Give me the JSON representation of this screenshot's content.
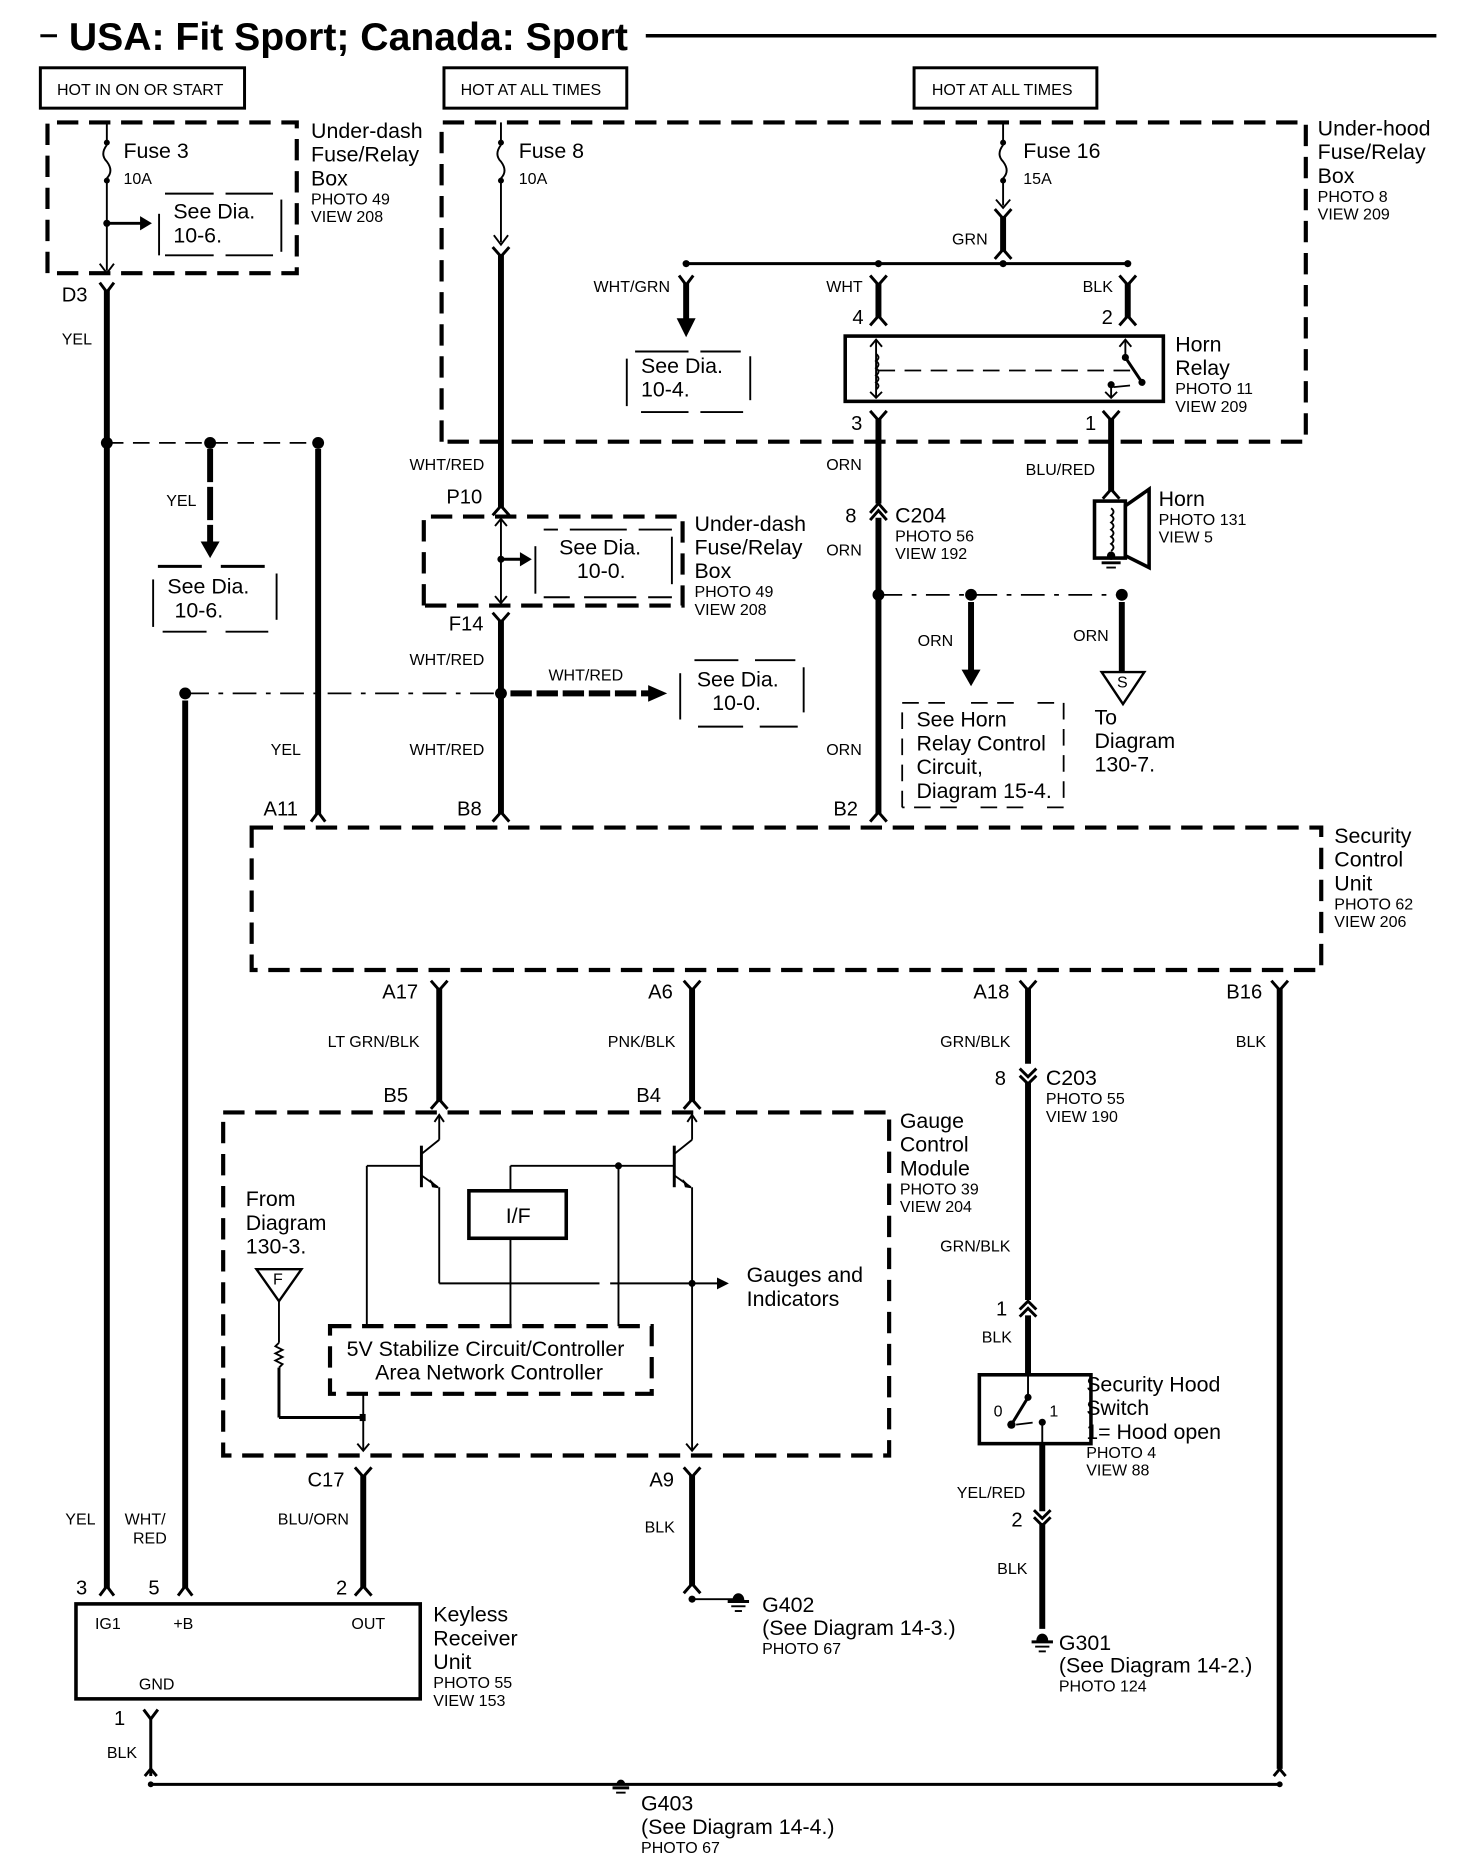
{
  "title": "USA: Fit Sport; Canada: Sport",
  "power_labels": [
    "HOT IN ON OR START",
    "HOT AT ALL TIMES",
    "HOT AT ALL TIMES"
  ],
  "fuses": [
    {
      "name": "Fuse 3",
      "rating": "10A"
    },
    {
      "name": "Fuse 8",
      "rating": "10A"
    },
    {
      "name": "Fuse 16",
      "rating": "15A"
    }
  ],
  "components": {
    "underdash_box_1": {
      "lines": [
        "Under-dash",
        "Fuse/Relay",
        "Box"
      ],
      "photo": "PHOTO 49",
      "view": "VIEW 208"
    },
    "underhood_box": {
      "lines": [
        "Under-hood",
        "Fuse/Relay",
        "Box"
      ],
      "photo": "PHOTO 8",
      "view": "VIEW 209"
    },
    "horn_relay": {
      "lines": [
        "Horn",
        "Relay"
      ],
      "photo": "PHOTO 11",
      "view": "VIEW 209"
    },
    "horn": {
      "lines": [
        "Horn"
      ],
      "photo": "PHOTO 131",
      "view": "VIEW 5"
    },
    "underdash_box_2": {
      "lines": [
        "Under-dash",
        "Fuse/Relay",
        "Box"
      ],
      "photo": "PHOTO 49",
      "view": "VIEW 208"
    },
    "c204": {
      "name": "C204",
      "photo": "PHOTO 56",
      "view": "VIEW 192"
    },
    "security_control_unit": {
      "lines": [
        "Security",
        "Control",
        "Unit"
      ],
      "photo": "PHOTO 62",
      "view": "VIEW 206"
    },
    "gauge_control_module": {
      "lines": [
        "Gauge",
        "Control",
        "Module"
      ],
      "photo": "PHOTO 39",
      "view": "VIEW 204"
    },
    "c203": {
      "name": "C203",
      "photo": "PHOTO 55",
      "view": "VIEW 190"
    },
    "hood_switch": {
      "lines": [
        "Security Hood",
        "Switch",
        "1= Hood open"
      ],
      "photo": "PHOTO 4",
      "view": "VIEW 88",
      "pos0": "0",
      "pos1": "1"
    },
    "keyless_receiver": {
      "lines": [
        "Keyless",
        "Receiver",
        "Unit"
      ],
      "photo": "PHOTO 55",
      "view": "VIEW 153",
      "pins": [
        "IG1",
        "+B",
        "OUT",
        "GND"
      ]
    },
    "if_block": "I/F",
    "stabilizer": [
      "5V Stabilize Circuit/Controller",
      "Area Network Controller"
    ],
    "gauges": [
      "Gauges and",
      "Indicators"
    ]
  },
  "references": {
    "see_10_6_a": [
      "See Dia.",
      "10-6."
    ],
    "see_10_6_b": [
      "See Dia.",
      "10-6."
    ],
    "see_10_4": [
      "See Dia.",
      "10-4."
    ],
    "see_10_0_a": [
      "See Dia.",
      "10-0."
    ],
    "see_10_0_b": [
      "See Dia.",
      "10-0."
    ],
    "horn_relay_ctrl": [
      "See Horn",
      "Relay Control",
      "Circuit,",
      "Diagram 15-4."
    ],
    "to_diagram": [
      "To",
      "Diagram",
      "130-7."
    ],
    "to_diagram_symbol": "S",
    "from_diagram": [
      "From",
      "Diagram",
      "130-3."
    ],
    "from_diagram_symbol": "F"
  },
  "grounds": {
    "g402": {
      "name": "G402",
      "ref": "(See Diagram 14-3.)",
      "photo": "PHOTO 67"
    },
    "g301": {
      "name": "G301",
      "ref": "(See Diagram 14-2.)",
      "photo": "PHOTO 124"
    },
    "g403": {
      "name": "G403",
      "ref": "(See Diagram 14-4.)",
      "photo": "PHOTO 67"
    }
  },
  "wires": {
    "yel": "YEL",
    "wht_red": "WHT/RED",
    "wht_grn": "WHT/GRN",
    "wht": "WHT",
    "blk": "BLK",
    "grn": "GRN",
    "orn": "ORN",
    "blu_red": "BLU/RED",
    "lt_grn_blk": "LT GRN/BLK",
    "pnk_blk": "PNK/BLK",
    "grn_blk": "GRN/BLK",
    "blu_orn": "BLU/ORN",
    "yel_red": "YEL/RED",
    "wht_slash": "WHT/",
    "red": "RED"
  },
  "pins": {
    "d3": "D3",
    "p10": "P10",
    "f14": "F14",
    "a11": "A11",
    "b8": "B8",
    "b2": "B2",
    "a17": "A17",
    "a6": "A6",
    "a18": "A18",
    "b16": "B16",
    "b5": "B5",
    "b4": "B4",
    "c17": "C17",
    "a9": "A9",
    "r4": "4",
    "r2": "2",
    "r3": "3",
    "r1": "1",
    "c204_8": "8",
    "c203_8": "8",
    "c203_1": "1",
    "hs_2": "2",
    "k3": "3",
    "k5": "5",
    "k2": "2",
    "k1": "1"
  }
}
